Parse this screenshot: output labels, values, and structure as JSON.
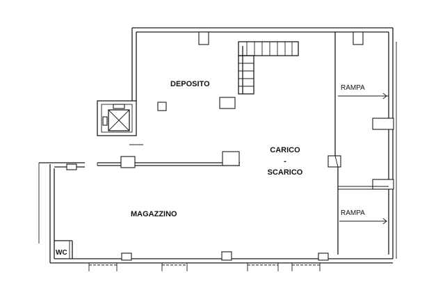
{
  "rooms": {
    "deposito": "DEPOSITO",
    "carico": "CARICO",
    "dash": "-",
    "scarico": "SCARICO",
    "magazzino": "MAGAZZINO",
    "wc": "WC"
  },
  "ramps": {
    "upper": "RAMPA",
    "lower": "RAMPA"
  }
}
